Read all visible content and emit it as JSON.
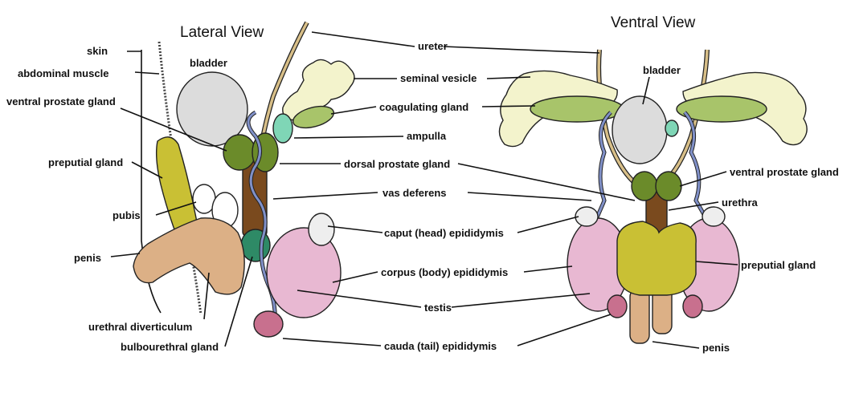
{
  "titles": {
    "lateral": "Lateral View",
    "ventral": "Ventral View"
  },
  "colors": {
    "bladder": "#dcdcdc",
    "prostate": "#6b8b2a",
    "coagulating": "#a8c46a",
    "seminal_vesicle": "#f3f3cc",
    "ampulla": "#7fd6b6",
    "vas_deferens": "#8090c8",
    "urethra": "#7a4a1e",
    "preputial": "#c9c034",
    "penis": "#dcb086",
    "epididymis": "#e8b8d2",
    "cauda": "#c8708e",
    "bulbourethral": "#2e8a66",
    "ureter": "#d8bf88"
  },
  "labels": {
    "skin": "skin",
    "abdominal_muscle": "abdominal muscle",
    "ventral_prostate_left": "ventral prostate gland",
    "bladder_left": "bladder",
    "preputial_left": "preputial gland",
    "pubis": "pubis",
    "penis_left": "penis",
    "urethral_diverticulum": "urethral diverticulum",
    "bulbourethral": "bulbourethral gland",
    "ureter": "ureter",
    "seminal_vesicle": "seminal vesicle",
    "coagulating": "coagulating gland",
    "ampulla": "ampulla",
    "dorsal_prostate": "dorsal prostate gland",
    "vas_deferens": "vas deferens",
    "caput": "caput (head) epididymis",
    "corpus": "corpus (body) epididymis",
    "testis": "testis",
    "cauda": "cauda (tail) epididymis",
    "bladder_right": "bladder",
    "ventral_prostate_right": "ventral prostate gland",
    "urethra": "urethra",
    "preputial_right": "preputial gland",
    "penis_right": "penis"
  }
}
